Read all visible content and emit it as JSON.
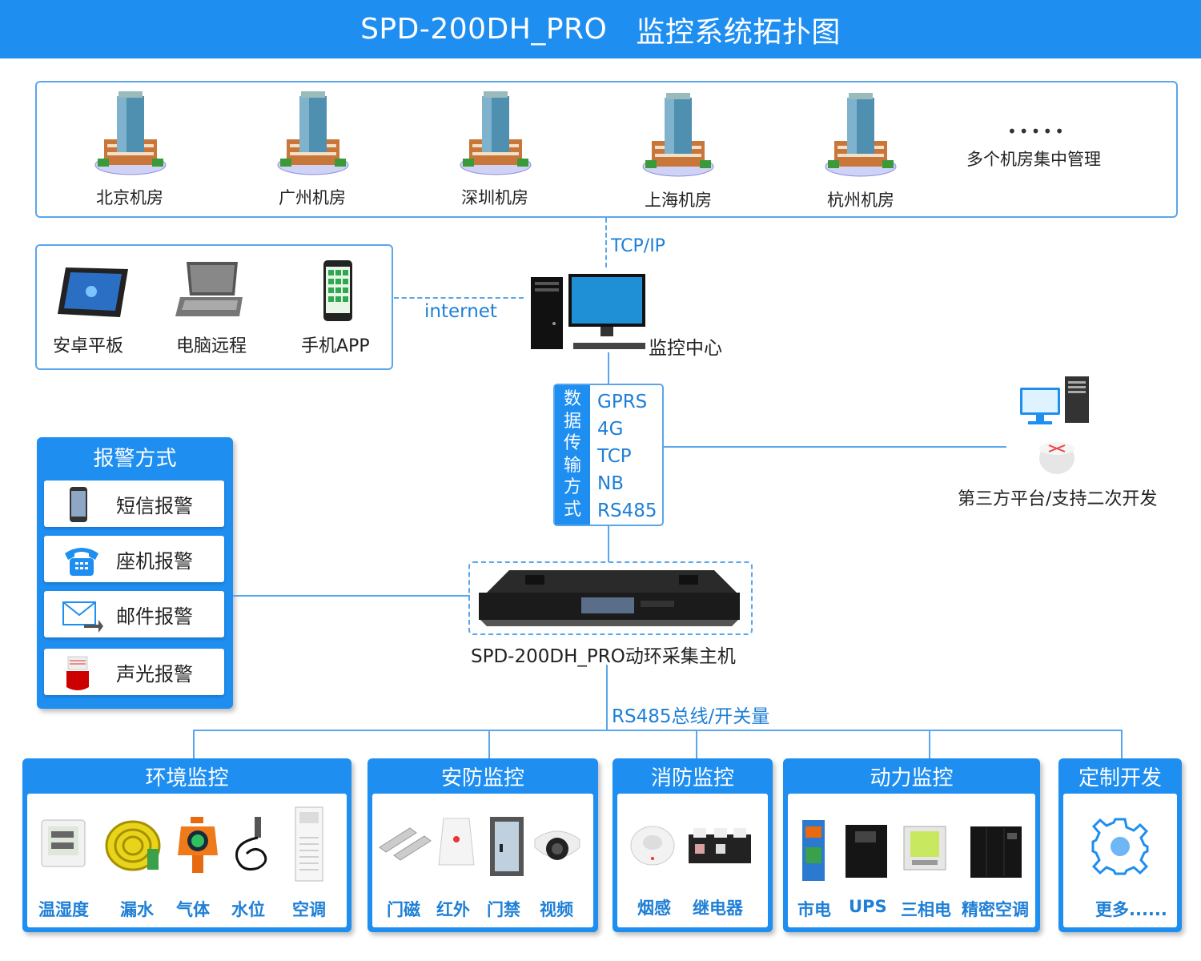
{
  "header": {
    "title_main": "SPD-200DH_PRO",
    "title_sub": "监控系统拓扑图"
  },
  "rooms": [
    "北京机房",
    "广州机房",
    "深圳机房",
    "上海机房",
    "杭州机房"
  ],
  "rooms_more": {
    "dots": "•••••",
    "label": "多个机房集中管理"
  },
  "links": {
    "tcpip": "TCP/IP",
    "internet": "internet",
    "bus": "RS485总线/开关量"
  },
  "clients": [
    "安卓平板",
    "电脑远程",
    "手机APP"
  ],
  "center": {
    "label": "监控中心"
  },
  "transmission": {
    "title_chars": [
      "数",
      "据",
      "传",
      "输",
      "方",
      "式"
    ],
    "methods": [
      "GPRS",
      "4G",
      "TCP",
      "NB",
      "RS485"
    ]
  },
  "third_party": {
    "label": "第三方平台/支持二次开发"
  },
  "alarm": {
    "title": "报警方式",
    "items": [
      "短信报警",
      "座机报警",
      "邮件报警",
      "声光报警"
    ]
  },
  "host": {
    "label": "SPD-200DH_PRO动环采集主机"
  },
  "categories": [
    {
      "title": "环境监控",
      "items": [
        "温湿度",
        "漏水",
        "气体",
        "水位",
        "空调"
      ]
    },
    {
      "title": "安防监控",
      "items": [
        "门磁",
        "红外",
        "门禁",
        "视频"
      ]
    },
    {
      "title": "消防监控",
      "items": [
        "烟感",
        "继电器"
      ]
    },
    {
      "title": "动力监控",
      "items": [
        "市电",
        "UPS",
        "三相电",
        "精密空调"
      ]
    },
    {
      "title": "定制开发",
      "items": [
        "更多......"
      ]
    }
  ],
  "colors": {
    "accent": "#1e8ef0",
    "line": "#5aa6ec",
    "label_blue": "#1e7fd6"
  }
}
